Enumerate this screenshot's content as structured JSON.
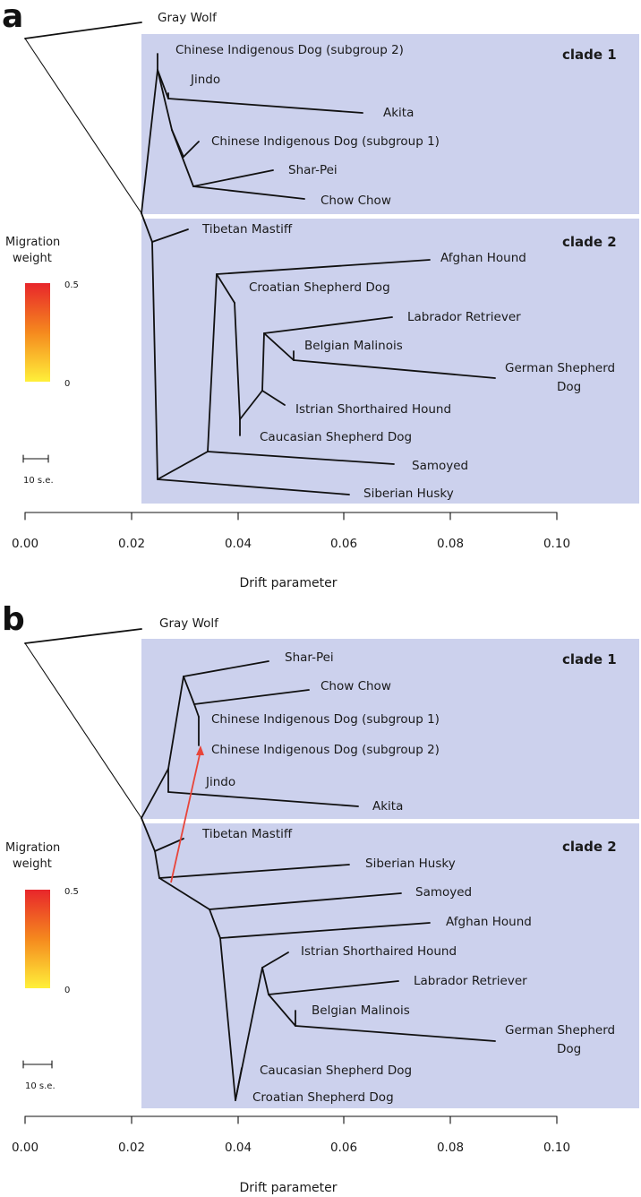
{
  "panels": [
    {
      "letter": "a",
      "outgroup": "Gray Wolf",
      "clade1_label": "clade 1",
      "clade2_label": "clade 2",
      "clade1_leaves": [
        "Chinese Indigenous Dog (subgroup 2)",
        "Jindo",
        "Akita",
        "Chinese Indigenous Dog (subgroup 1)",
        "Shar-Pei",
        "Chow Chow"
      ],
      "clade2_leaves": [
        "Tibetan Mastiff",
        "Afghan Hound",
        "Croatian Shepherd Dog",
        "Labrador Retriever",
        "Belgian Malinois",
        "German Shepherd",
        "Dog",
        "Istrian Shorthaired Hound",
        "Caucasian Shepherd Dog",
        "Samoyed",
        "Siberian Husky"
      ],
      "legend": {
        "title_line1": "Migration",
        "title_line2": "weight",
        "max": "0.5",
        "min": "0",
        "scale_label": "10 s.e."
      },
      "axis": {
        "ticks": [
          "0.00",
          "0.02",
          "0.04",
          "0.06",
          "0.08",
          "0.10"
        ],
        "title": "Drift parameter"
      },
      "migration_edges": []
    },
    {
      "letter": "b",
      "outgroup": "Gray Wolf",
      "clade1_label": "clade 1",
      "clade2_label": "clade 2",
      "clade1_leaves": [
        "Shar-Pei",
        "Chow Chow",
        "Chinese Indigenous Dog (subgroup 1)",
        "Chinese Indigenous Dog (subgroup 2)",
        "Jindo",
        "Akita"
      ],
      "clade2_leaves": [
        "Tibetan Mastiff",
        "Siberian Husky",
        "Samoyed",
        "Afghan Hound",
        "Istrian Shorthaired Hound",
        "Labrador Retriever",
        "Belgian Malinois",
        "German Shepherd",
        "Dog",
        "Caucasian Shepherd Dog",
        "Croatian Shepherd Dog"
      ],
      "legend": {
        "title_line1": "Migration",
        "title_line2": "weight",
        "max": "0.5",
        "min": "0",
        "scale_label": "10 s.e."
      },
      "axis": {
        "ticks": [
          "0.00",
          "0.02",
          "0.04",
          "0.06",
          "0.08",
          "0.10"
        ],
        "title": "Drift parameter"
      },
      "migration_edges": [
        {
          "from": "Tibetan Mastiff / Siberian Husky ancestor",
          "to": "Chinese Indigenous Dog (subgroup 2)",
          "color": "#e8453a"
        }
      ]
    }
  ],
  "colors": {
    "clade_background": "#ccd1ed",
    "branch": "#111111",
    "migration_high": "#e8262b",
    "migration_low": "#fff03a"
  }
}
